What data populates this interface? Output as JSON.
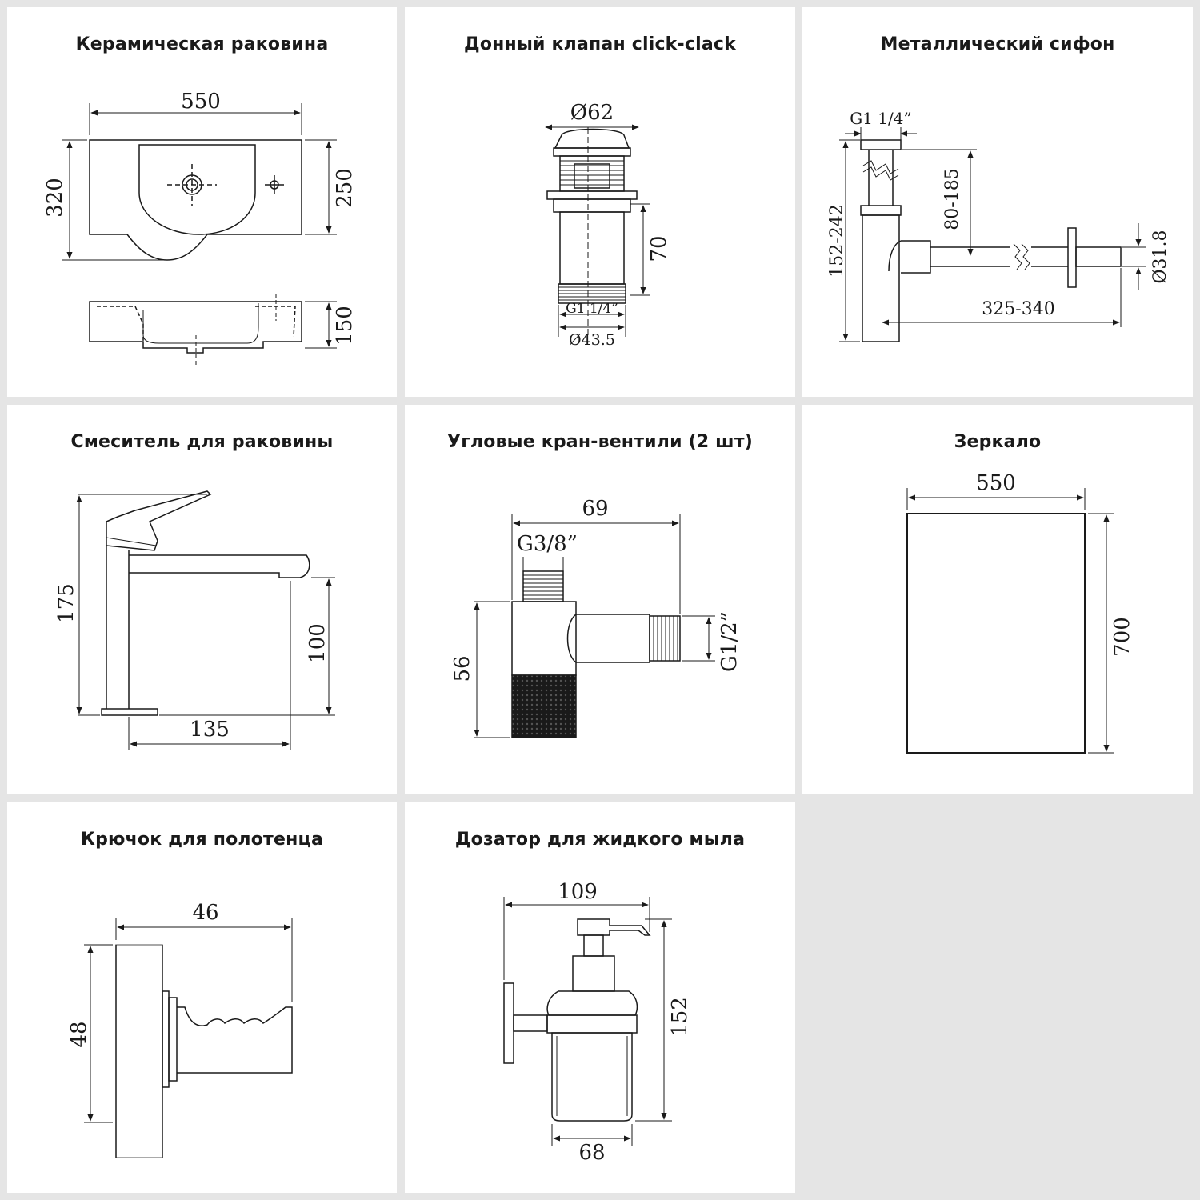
{
  "panels": [
    {
      "title": "Керамическая раковина",
      "dims": {
        "width": "550",
        "height": "320",
        "bowl_height": "250",
        "depth": "150"
      }
    },
    {
      "title": "Донный клапан click-clack",
      "dims": {
        "cap_diameter": "Ø62",
        "height": "70",
        "thread": "G1 1/4”",
        "body_diameter": "Ø43.5"
      }
    },
    {
      "title": "Металлический сифон",
      "dims": {
        "thread": "G1 1/4”",
        "total_height": "152-242",
        "outlet_height": "80-185",
        "pipe_diameter": "Ø31.8",
        "length": "325-340"
      }
    },
    {
      "title": "Смеситель для раковины",
      "dims": {
        "height": "175",
        "spout_height": "100",
        "reach": "135"
      }
    },
    {
      "title": "Угловые кран-вентили (2 шт)",
      "dims": {
        "length": "69",
        "inlet_thread": "G3/8”",
        "height": "56",
        "outlet_thread": "G1/2”"
      }
    },
    {
      "title": "Зеркало",
      "dims": {
        "width": "550",
        "height": "700"
      }
    },
    {
      "title": "Крючок для полотенца",
      "dims": {
        "depth": "46",
        "height": "48"
      }
    },
    {
      "title": "Дозатор для жидкого мыла",
      "dims": {
        "depth": "109",
        "height": "152",
        "bottle_width": "68"
      }
    }
  ]
}
